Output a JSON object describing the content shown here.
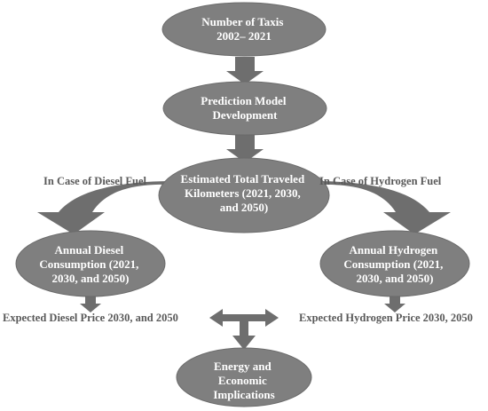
{
  "colors": {
    "node_fill": "#7f7f7f",
    "node_stroke": "#6b6b6b",
    "arrow_fill": "#6e6e6e",
    "label_text": "#595959",
    "node_text": "#ffffff"
  },
  "nodes": {
    "taxis": {
      "lines": [
        "Number of Taxis",
        "2002– 2021"
      ]
    },
    "model": {
      "lines": [
        "Prediction Model",
        "Development"
      ]
    },
    "traveled": {
      "lines": [
        "Estimated Total Traveled",
        "Kilometers (2021, 2030,",
        "and 2050)"
      ]
    },
    "diesel": {
      "lines": [
        "Annual Diesel",
        "Consumption (2021,",
        "2030, and 2050)"
      ]
    },
    "hydrogen": {
      "lines": [
        "Annual Hydrogen",
        "Consumption (2021,",
        "2030, and 2050)"
      ]
    },
    "implications": {
      "lines": [
        "Energy and",
        "Economic",
        "Implications"
      ]
    }
  },
  "labels": {
    "diesel_case": "In Case of Diesel Fuel",
    "hydrogen_case": "In Case of Hydrogen Fuel",
    "diesel_price": "Expected Diesel Price 2030, and 2050",
    "hydrogen_price": "Expected Hydrogen Price 2030, 2050"
  }
}
